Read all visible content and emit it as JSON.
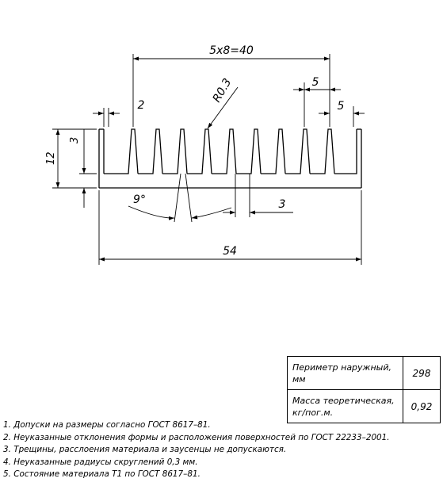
{
  "drawing": {
    "dimensions": {
      "pitch": "5x8=40",
      "radius": "R0.3",
      "fin_gap": "5",
      "fin_end_gap": "5",
      "fin_tip": "2",
      "fin_height": "12",
      "base_thickness": "3",
      "draft_angle": "9°",
      "fin_root": "3",
      "total_width": "54"
    }
  },
  "properties": [
    {
      "label_line1": "Периметр наружный,",
      "label_line2": "мм",
      "value": "298"
    },
    {
      "label_line1": "Масса теоретическая,",
      "label_line2": "кг/пог.м.",
      "value": "0,92"
    }
  ],
  "notes": [
    "1. Допуски на размеры согласно ГОСТ 8617–81.",
    "2. Неуказанные отклонения формы и расположения поверхностей по ГОСТ 22233–2001.",
    "3. Трещины, расслоения материала и заусенцы не допускаются.",
    "4. Неуказанные радиусы скруглений 0,3 мм.",
    "5. Состояние материала Т1 по ГОСТ 8617–81."
  ]
}
